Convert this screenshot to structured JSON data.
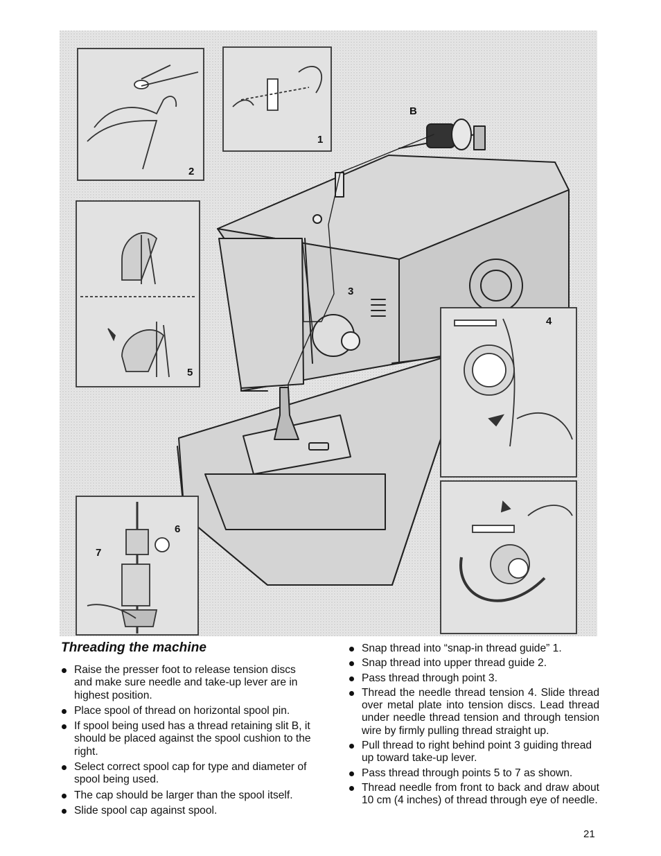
{
  "illustration": {
    "callouts": {
      "spool": "B",
      "guide1": "1",
      "guide2": "2",
      "point3": "3",
      "tension4": "4",
      "point5": "5",
      "point6": "6",
      "point7": "7"
    }
  },
  "heading": "Threading the machine",
  "left_steps": [
    "Raise the presser foot to release tension discs and make sure needle and take-up lever are in highest position.",
    "Place spool of thread on horizontal spool pin.",
    "If spool being used has a thread retaining slit B, it should be placed against the spool cushion to the right.",
    "Select correct spool cap for type and diameter of spool being used.",
    "The cap should be larger than the spool itself.",
    "Slide spool cap against spool."
  ],
  "right_steps": [
    "Snap thread into “snap-in thread guide” 1.",
    "Snap thread into upper thread guide 2.",
    "Pass thread through point 3.",
    "Thread the needle thread tension 4. Slide thread over metal plate into tension discs. Lead thread under needle thread tension and through tension wire by firmly pulling thread straight up.",
    "Pull thread to right behind point 3 guiding thread up toward take-up lever.",
    "Pass thread through points 5 to 7 as shown.",
    "Thread needle from front to back and draw about 10 cm (4 inches) of thread through eye of needle."
  ],
  "page_number": "21"
}
